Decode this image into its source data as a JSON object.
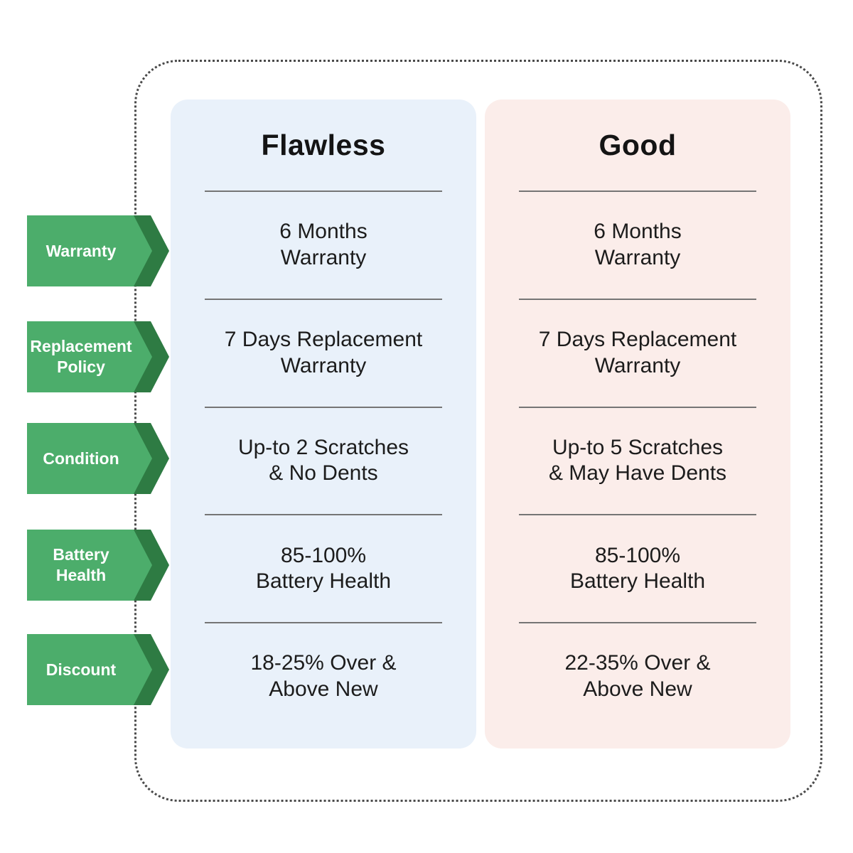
{
  "row_labels": [
    "Warranty",
    "Replacement\nPolicy",
    "Condition",
    "Battery\nHealth",
    "Discount"
  ],
  "columns": [
    {
      "title": "Flawless",
      "rows": [
        "6 Months\nWarranty",
        "7 Days Replacement\nWarranty",
        "Up-to 2 Scratches\n& No Dents",
        "85-100%\nBattery Health",
        "18-25% Over &\nAbove New"
      ]
    },
    {
      "title": "Good",
      "rows": [
        "6 Months\nWarranty",
        "7 Days Replacement\nWarranty",
        "Up-to 5 Scratches\n& May Have Dents",
        "85-100%\nBattery Health",
        "22-35% Over &\nAbove New"
      ]
    }
  ],
  "colors": {
    "arrow_green": "#4cad6b",
    "arrow_dark_green": "#2e7b43",
    "flawless_bg": "#e9f1fa",
    "good_bg": "#fbedea",
    "divider_gray": "#757575",
    "border_dots": "#4a4a4a",
    "text": "#1c1c1c"
  },
  "chart_data": {
    "type": "table",
    "title": "",
    "row_headers": [
      "Warranty",
      "Replacement Policy",
      "Condition",
      "Battery Health",
      "Discount"
    ],
    "columns": [
      "Flawless",
      "Good"
    ],
    "cells": [
      [
        "6 Months Warranty",
        "6 Months Warranty"
      ],
      [
        "7 Days Replacement Warranty",
        "7 Days Replacement Warranty"
      ],
      [
        "Up-to 2 Scratches & No Dents",
        "Up-to 5 Scratches & May Have Dents"
      ],
      [
        "85-100% Battery Health",
        "85-100% Battery Health"
      ],
      [
        "18-25% Over & Above New",
        "22-35% Over & Above New"
      ]
    ],
    "legend_position": "none",
    "grid": "row-dividers"
  }
}
